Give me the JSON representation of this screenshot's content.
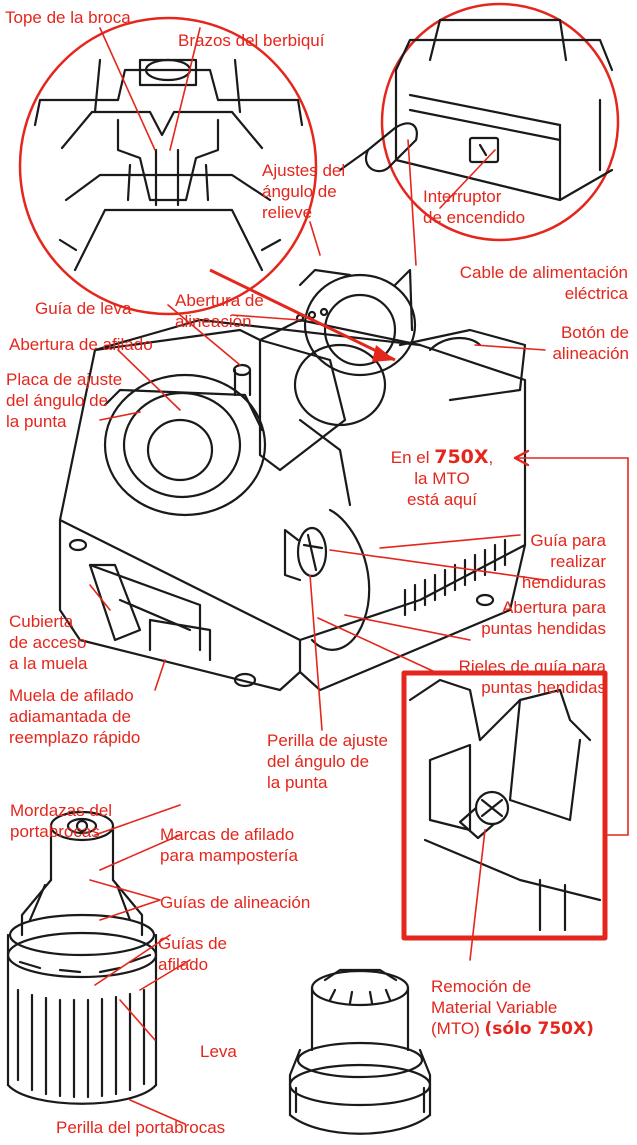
{
  "labels": {
    "tope_broca": "Tope de la broca",
    "brazos_berbiqui": "Brazos del berbiquí",
    "ajustes_relieve": [
      "Ajustes del",
      "ángulo de",
      "relieve"
    ],
    "interruptor": [
      "Interruptor",
      "de encendido"
    ],
    "cable": [
      "Cable de alimentación",
      "eléctrica"
    ],
    "abertura_alineacion": [
      "Abertura de",
      "alineación"
    ],
    "guia_leva": "Guía de leva",
    "abertura_afilado": "Abertura de afilado",
    "placa_ajuste": [
      "Placa de ajuste",
      "del ángulo de",
      "la punta"
    ],
    "boton_alineacion": [
      "Botón de",
      "alineación"
    ],
    "en_el_750x": {
      "pre": "En el ",
      "model": "750X",
      "post": ",",
      "line2": "la MTO",
      "line3": "está aquí"
    },
    "guia_hendiduras": [
      "Guía para",
      "realizar",
      "hendiduras"
    ],
    "abertura_hendidas": [
      "Abertura para",
      "puntas hendidas"
    ],
    "cubierta_acceso": [
      "Cubierta",
      "de acceso",
      "a la muela"
    ],
    "rieles_guia": [
      "Rieles de guía para",
      "puntas hendidas"
    ],
    "muela_afilado": [
      "Muela de afilado",
      "adiamantada de",
      "reemplazo rápido"
    ],
    "perilla_ajuste": [
      "Perilla de ajuste",
      "del ángulo de",
      "la punta"
    ],
    "mordazas": [
      "Mordazas del",
      "portabrocas"
    ],
    "marcas_afilado": [
      "Marcas de afilado",
      "para mampostería"
    ],
    "guias_alineacion": "Guías de alineación",
    "guias_afilado": [
      "Guías de",
      "afilado"
    ],
    "leva": "Leva",
    "perilla_portabrocas": "Perilla del portabrocas",
    "remocion": {
      "line1": "Remoción de",
      "line2": "Material Variable",
      "line3_pre": "(MTO) ",
      "line3_bold": "(sólo 750X)"
    }
  },
  "colors": {
    "callout": "#e4261c",
    "line_art": "#1a1a1a",
    "background": "#ffffff"
  }
}
